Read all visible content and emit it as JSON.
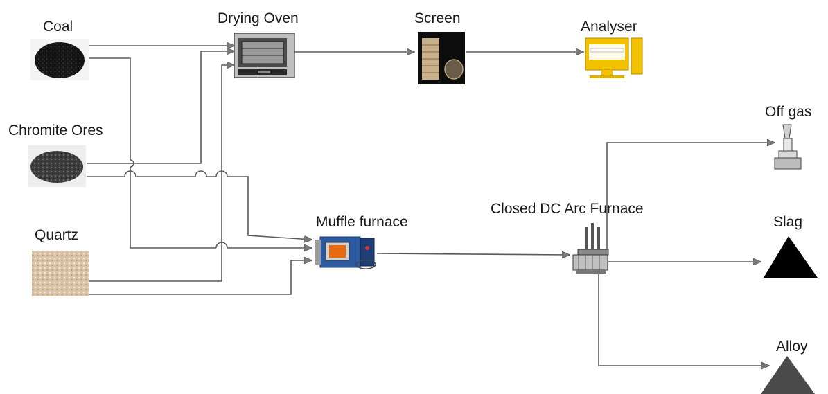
{
  "diagram": {
    "title": "",
    "nodes": {
      "coal": {
        "label": "Coal",
        "icon": "coal-pile-image"
      },
      "chromite_ores": {
        "label": "Chromite Ores",
        "icon": "chromite-ore-image"
      },
      "quartz": {
        "label": "Quartz",
        "icon": "quartz-sand-image"
      },
      "drying_oven": {
        "label": "Drying Oven",
        "icon": "drying-oven-icon"
      },
      "screen": {
        "label": "Screen",
        "icon": "sieve-screen-icon"
      },
      "analyser": {
        "label": "Analyser",
        "icon": "computer-analyser-icon"
      },
      "muffle_furnace": {
        "label": "Muffle furnace",
        "icon": "muffle-furnace-icon"
      },
      "dc_arc_furnace": {
        "label": "Closed DC Arc Furnace",
        "icon": "arc-furnace-icon"
      },
      "off_gas": {
        "label": "Off gas",
        "icon": "gas-stack-icon"
      },
      "slag": {
        "label": "Slag",
        "icon": "slag-pile-icon"
      },
      "alloy": {
        "label": "Alloy",
        "icon": "alloy-pile-icon"
      }
    },
    "edges": [
      {
        "from": "Coal",
        "to": "Drying Oven"
      },
      {
        "from": "Chromite Ores",
        "to": "Drying Oven"
      },
      {
        "from": "Quartz",
        "to": "Drying Oven"
      },
      {
        "from": "Coal",
        "to": "Muffle furnace"
      },
      {
        "from": "Chromite Ores",
        "to": "Muffle furnace"
      },
      {
        "from": "Quartz",
        "to": "Muffle furnace"
      },
      {
        "from": "Drying Oven",
        "to": "Screen"
      },
      {
        "from": "Screen",
        "to": "Analyser"
      },
      {
        "from": "Muffle furnace",
        "to": "Closed DC Arc Furnace"
      },
      {
        "from": "Closed DC Arc Furnace",
        "to": "Off gas"
      },
      {
        "from": "Closed DC Arc Furnace",
        "to": "Slag"
      },
      {
        "from": "Closed DC Arc Furnace",
        "to": "Alloy"
      }
    ],
    "colors": {
      "line": "#5a5a5a",
      "analyser_accent": "#f2c200",
      "slag": "#000000",
      "alloy": "#4a4a4a"
    }
  }
}
